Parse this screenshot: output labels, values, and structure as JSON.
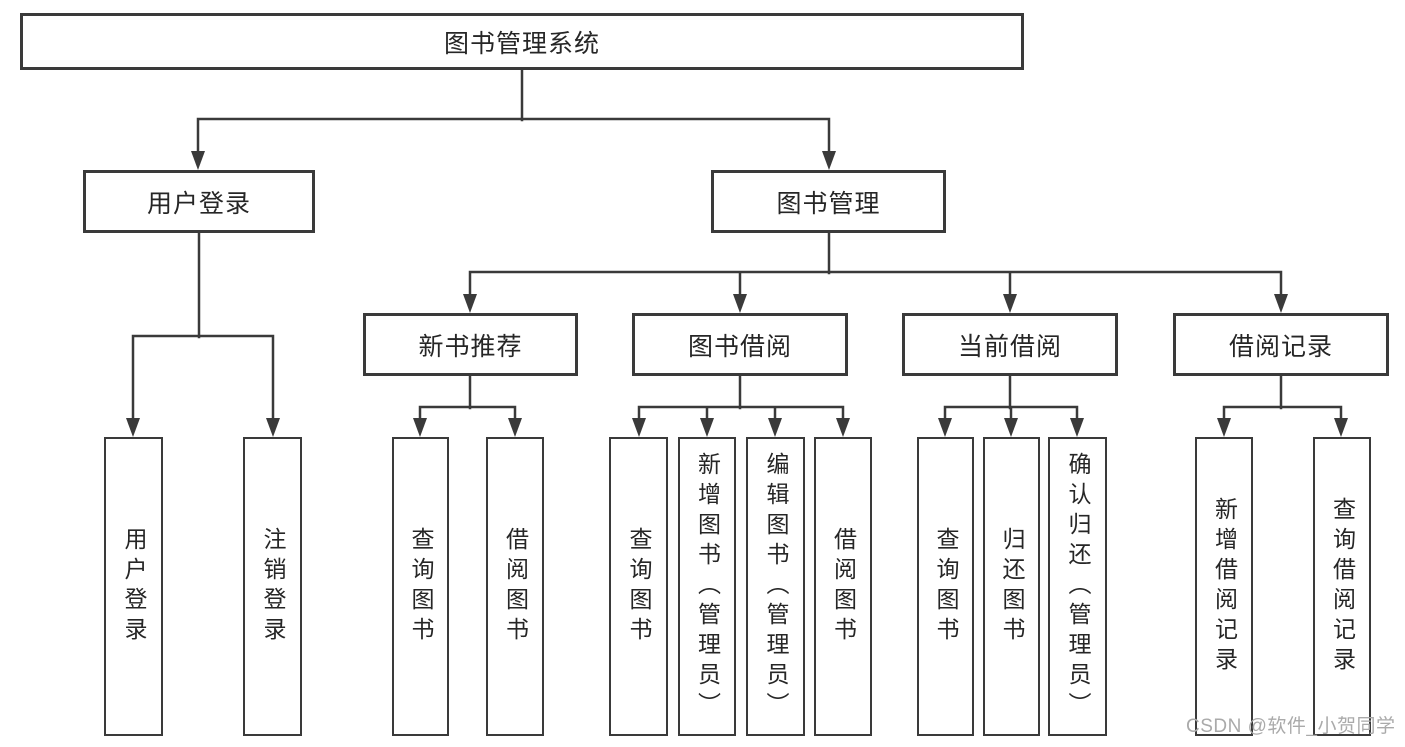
{
  "diagram": {
    "root": {
      "label": "图书管理系统"
    },
    "level2": [
      {
        "label": "用户登录"
      },
      {
        "label": "图书管理"
      }
    ],
    "level3": [
      {
        "label": "新书推荐"
      },
      {
        "label": "图书借阅"
      },
      {
        "label": "当前借阅"
      },
      {
        "label": "借阅记录"
      }
    ],
    "leaves": {
      "login": [
        {
          "label": "用户登录"
        },
        {
          "label": "注销登录"
        }
      ],
      "recommend": [
        {
          "label": "查询图书"
        },
        {
          "label": "借阅图书"
        }
      ],
      "borrow": [
        {
          "label": "查询图书"
        },
        {
          "label": "新增图书（管理员）"
        },
        {
          "label": "编辑图书（管理员）"
        },
        {
          "label": "借阅图书"
        }
      ],
      "current": [
        {
          "label": "查询图书"
        },
        {
          "label": "归还图书"
        },
        {
          "label": "确认归还（管理员）"
        }
      ],
      "records": [
        {
          "label": "新增借阅记录"
        },
        {
          "label": "查询借阅记录"
        }
      ]
    }
  },
  "watermark": {
    "text": "CSDN @软件_小贺同学"
  },
  "colors": {
    "line": "#3a3a3a",
    "text": "#262626",
    "box_background": "#ffffff",
    "page_background": "#ffffff",
    "watermark": "#aaaaaa"
  }
}
